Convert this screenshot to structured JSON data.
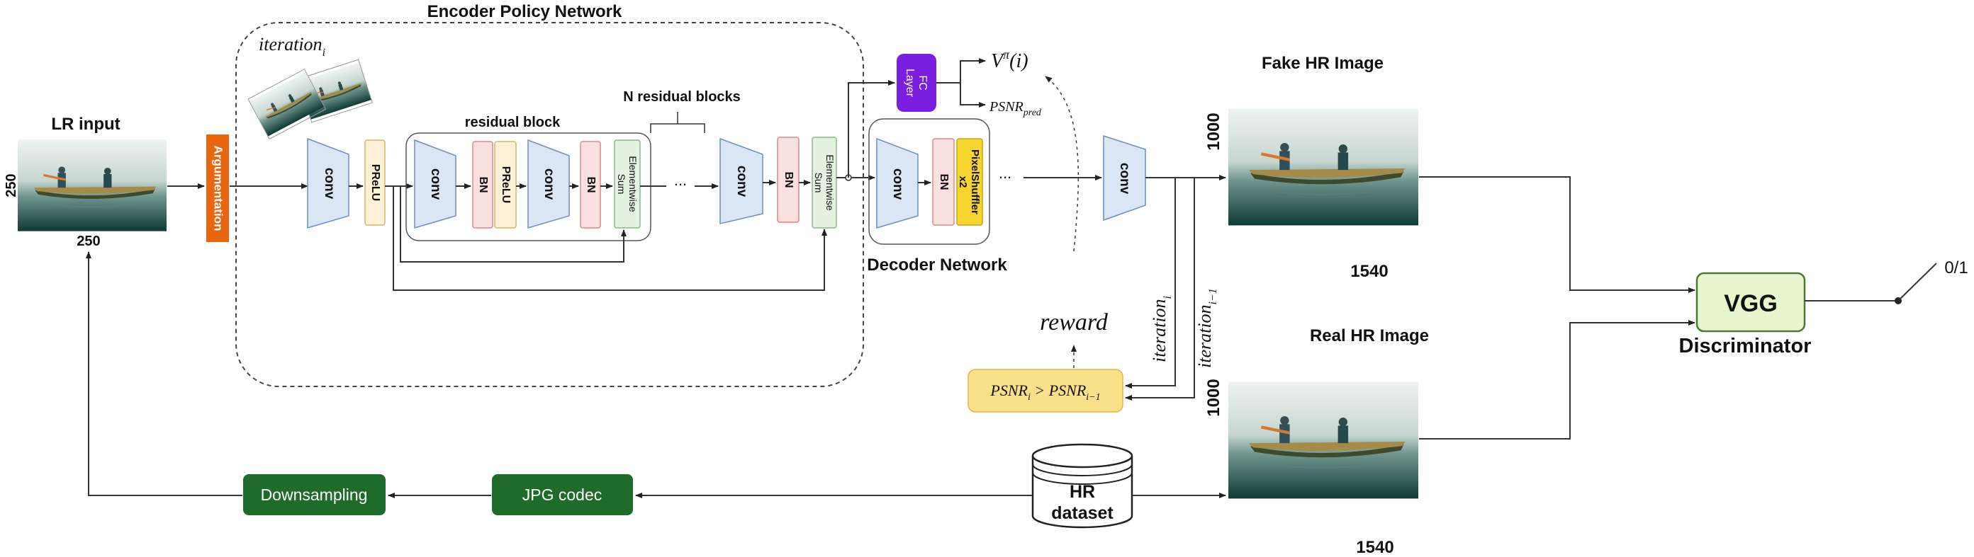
{
  "labels": {
    "lr_input": "LR input",
    "lr_width": "250",
    "lr_height": "250",
    "augmentation": "Argumentation",
    "encoder_title": "Encoder Policy Network",
    "iteration_base": "iteration",
    "iteration_sub": "i",
    "residual_block": "residual block",
    "n_residual_blocks": "N residual blocks",
    "conv": "conv",
    "prelu": "PReLU",
    "bn": "BN",
    "esum_line1": "Elementwise",
    "esum_line2": "Sum",
    "ellipsis": "...",
    "fc_line1": "FC",
    "fc_line2": "Layer",
    "v_pi_main": "V",
    "v_pi_sup": "π",
    "v_pi_arg": "(i)",
    "psnr_pred_main": "PSNR",
    "psnr_pred_sub": "pred",
    "pixel_shuffler_line1": "PixelShuffler",
    "pixel_shuffler_line2": "x2",
    "decoder_title": "Decoder Network",
    "reward": "reward",
    "iter_i_main": "iteration",
    "iter_i_sub": "i",
    "iter_i1_main": "iteration",
    "iter_i1_sub": "i−1",
    "cond_psnr": "PSNR",
    "cond_i": "i",
    "cond_gt": " > ",
    "cond_psnr2": "PSNR",
    "cond_i1": "i−1",
    "fake_hr": "Fake HR Image",
    "real_hr": "Real HR Image",
    "hr_height": "1000",
    "hr_width": "1540",
    "vgg": "VGG",
    "discriminator": "Discriminator",
    "output": "0/1",
    "hr_dataset_line1": "HR",
    "hr_dataset_line2": "dataset",
    "jpg_codec": "JPG codec",
    "downsampling": "Downsampling"
  },
  "colors": {
    "augmentation": "#e8660f",
    "fc_layer": "#7a1fe0",
    "green_box": "#1f6b2a",
    "conv": "#dbe6f5",
    "prelu": "#fdf1d6",
    "bn": "#fbe0e0",
    "esum": "#e4f2e0",
    "pixel_shuffler": "#f6d530",
    "condition": "#fbe08a",
    "vgg": "#e8f6d0"
  },
  "icons": {
    "hr_dataset": "database-cylinder-icon",
    "output": "switch-icon",
    "photos": "canoe-photo-image"
  }
}
